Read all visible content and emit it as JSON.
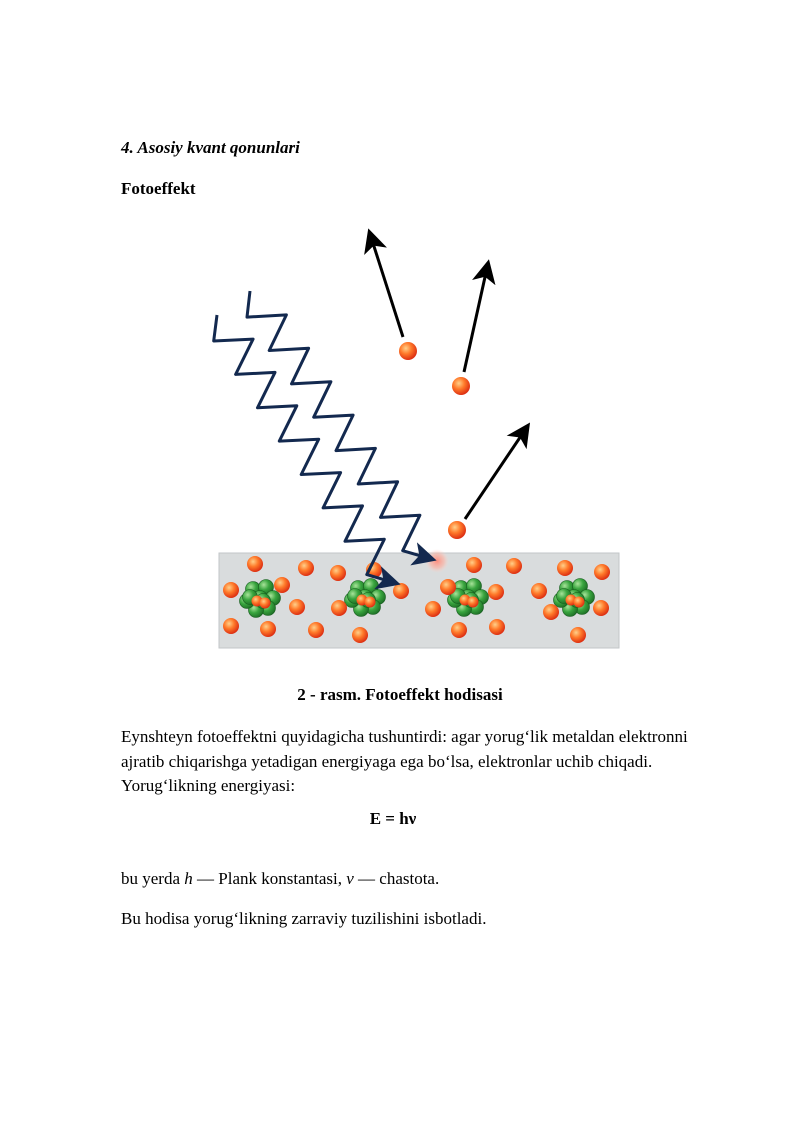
{
  "section": {
    "number": "4.",
    "title": "Asosiy kvant qonunlari"
  },
  "subheading": "Fotoeffekt",
  "figure": {
    "caption": "2 - rasm. Fotoeffekt hodisasi",
    "colors": {
      "photon_wave": "#13294f",
      "arrow": "#000000",
      "electron": "#ef3b1a",
      "nucleus": "#2e9b3a",
      "metal_plate": "#d9dcdd"
    }
  },
  "paragraph1": "Eynshteyn fotoeffektni quyidagicha tushuntirdi: agar yorug‘lik metaldan elektronni ajratib chiqarishga yetadigan energiyaga ega bo‘lsa, elektronlar uchib chiqadi. Yorug‘likning energiyasi:",
  "formula": "E = hν",
  "paragraph2": {
    "prefix": "bu yerda ",
    "h_symbol": "h",
    "h_desc": " — Plank konstantasi, ",
    "nu_symbol": "ν",
    "nu_desc": " — chastota."
  },
  "paragraph3": "Bu hodisa yorug‘likning zarraviy tuzilishini isbotladi."
}
